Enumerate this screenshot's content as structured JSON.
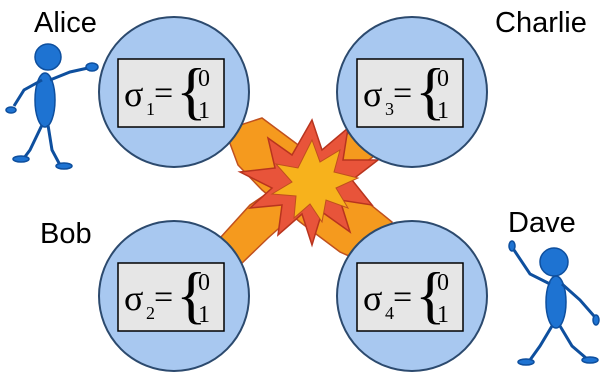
{
  "colors": {
    "node_fill": "#a8c8f0",
    "node_stroke": "#2c4a6e",
    "box_fill": "#e6e6e6",
    "figure_fill": "#1e73d2",
    "figure_stroke": "#0e4f9e",
    "burst_outer": "#e8543a",
    "burst_mid": "#f59a1e",
    "burst_inner": "#f7b21c"
  },
  "icons": {
    "connector_burst": "explosion-burst-icon",
    "person": "stick-figure-icon"
  },
  "participants": [
    {
      "name": "Alice",
      "symbol": "σ",
      "subscript": "1",
      "equals": "=",
      "values": [
        "0",
        "1"
      ]
    },
    {
      "name": "Charlie",
      "symbol": "σ",
      "subscript": "3",
      "equals": "=",
      "values": [
        "0",
        "1"
      ]
    },
    {
      "name": "Bob",
      "symbol": "σ",
      "subscript": "2",
      "equals": "=",
      "values": [
        "0",
        "1"
      ]
    },
    {
      "name": "Dave",
      "symbol": "σ",
      "subscript": "4",
      "equals": "=",
      "values": [
        "0",
        "1"
      ]
    }
  ]
}
